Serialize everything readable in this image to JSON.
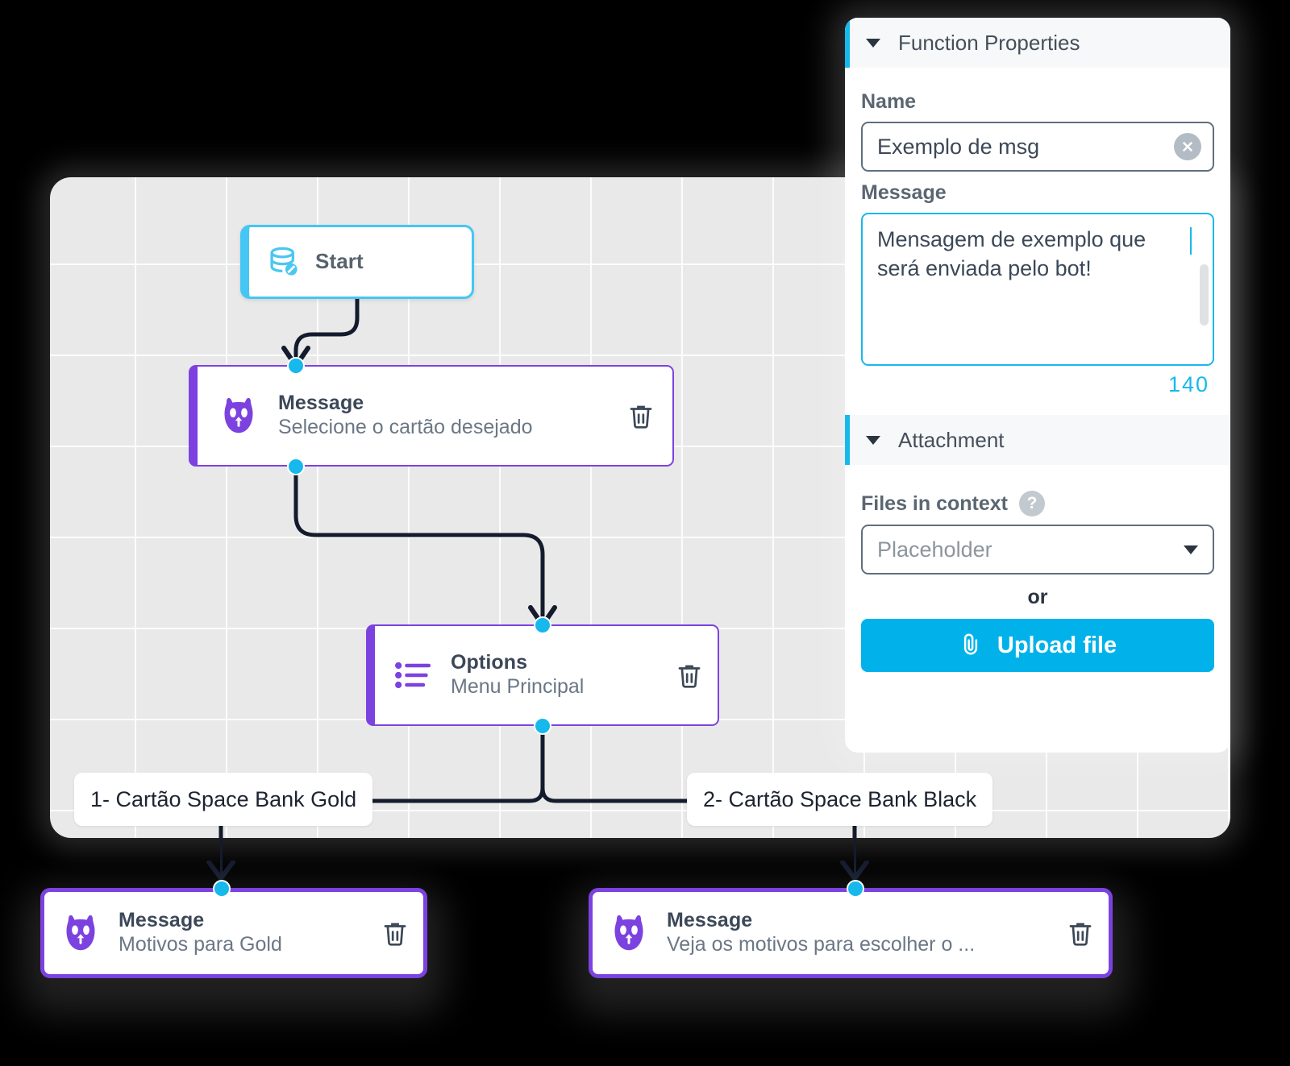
{
  "canvas": {
    "nodes": [
      {
        "id": "start",
        "title": "Start",
        "subtitle": "",
        "icon": "database-icon"
      },
      {
        "id": "message1",
        "title": "Message",
        "subtitle": "Selecione o cartão desejado",
        "icon": "owl-mascot-icon"
      },
      {
        "id": "options",
        "title": "Options",
        "subtitle": "Menu Principal",
        "icon": "bullet-list-icon"
      },
      {
        "id": "message2",
        "title": "Message",
        "subtitle": "Motivos para Gold",
        "icon": "owl-mascot-icon"
      },
      {
        "id": "message3",
        "title": "Message",
        "subtitle": "Veja os motivos para escolher o ...",
        "icon": "owl-mascot-icon"
      }
    ],
    "branches": [
      {
        "id": "branch-1",
        "label": "1- Cartão Space Bank Gold"
      },
      {
        "id": "branch-2",
        "label": "2- Cartão Space Bank Black"
      }
    ],
    "delete_icon": "trash-icon",
    "colors": {
      "node_accent_purple": "#7c42e0",
      "start_accent_cyan": "#45c6f5",
      "connector_dot": "#17b8ec",
      "edge_line": "#141b2d",
      "canvas_bg": "#e9e9e9"
    }
  },
  "panel": {
    "function_properties": {
      "header": "Function Properties",
      "caret_icon": "caret-down-icon",
      "name": {
        "label": "Name",
        "value": "Exemplo de msg",
        "clear_icon": "clear-circle-icon"
      },
      "message": {
        "label": "Message",
        "value": "Mensagem de exemplo que será enviada pelo bot!",
        "char_count": "140"
      }
    },
    "attachment": {
      "header": "Attachment",
      "caret_icon": "caret-down-icon",
      "files_label": "Files in context",
      "help_icon": "?",
      "select": {
        "placeholder": "Placeholder",
        "caret_icon": "chevron-down-icon"
      },
      "or_label": "or",
      "upload": {
        "label": "Upload file",
        "icon": "paperclip-icon"
      }
    },
    "colors": {
      "accent_cyan": "#17b8ec",
      "upload_button": "#01b2ea"
    }
  }
}
